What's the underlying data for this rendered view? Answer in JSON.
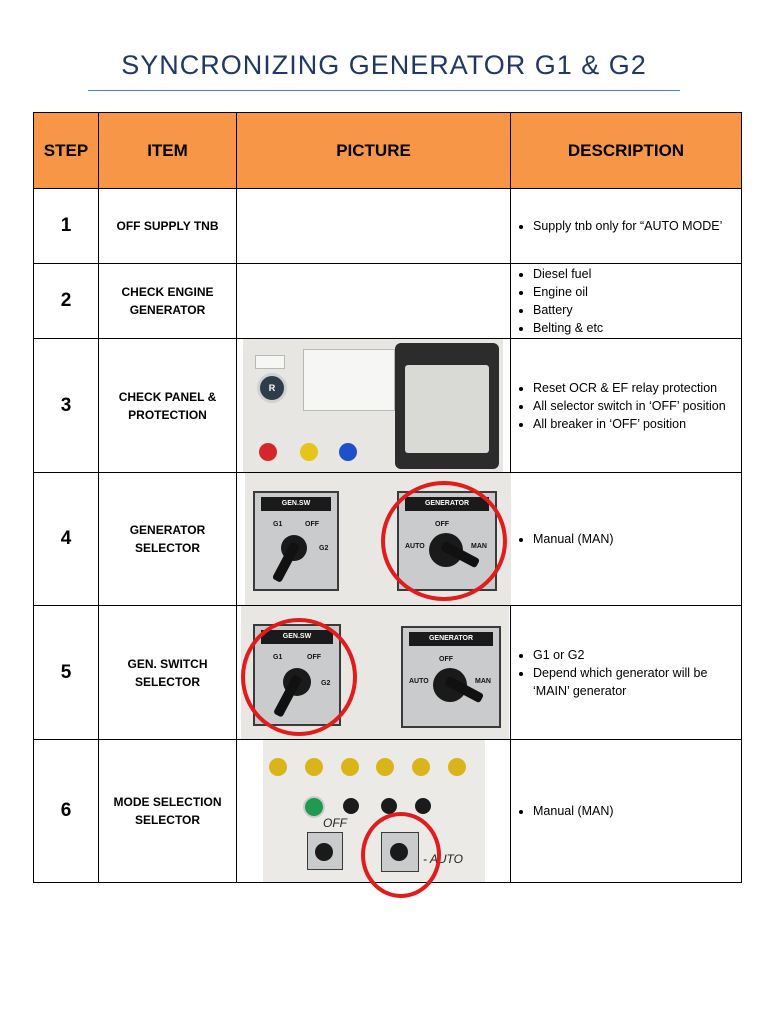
{
  "title": "SYNCRONIZING GENERATOR G1 & G2",
  "headers": {
    "step": "STEP",
    "item": "ITEM",
    "picture": "PICTURE",
    "description": "DESCRIPTION"
  },
  "rows": [
    {
      "step": "1",
      "item": "OFF SUPPLY TNB",
      "description": [
        "Supply tnb only for “AUTO MODE’"
      ]
    },
    {
      "step": "2",
      "item": "CHECK ENGINE GENERATOR",
      "description": [
        "Diesel fuel",
        "Engine oil",
        "Battery",
        "Belting & etc"
      ]
    },
    {
      "step": "3",
      "item": "CHECK PANEL & PROTECTION",
      "description": [
        "Reset OCR & EF relay protection",
        "All selector switch in ‘OFF’ position",
        "All breaker in ‘OFF’ position"
      ]
    },
    {
      "step": "4",
      "item": "GENERATOR SELECTOR",
      "description": [
        "Manual (MAN)"
      ]
    },
    {
      "step": "5",
      "item": "GEN. SWITCH SELECTOR",
      "description": [
        "G1 or G2",
        "Depend which generator will be ‘MAIN’ generator"
      ]
    },
    {
      "step": "6",
      "item": "MODE SELECTION SELECTOR",
      "description": [
        "Manual (MAN)"
      ]
    }
  ],
  "photo_labels": {
    "gen_sw": "GEN.SW",
    "generator": "GENERATOR",
    "g1": "G1",
    "g2": "G2",
    "off": "OFF",
    "auto": "AUTO",
    "man": "MAN",
    "reset": "R",
    "handwritten_off": "OFF",
    "handwritten_auto": "- AUTO"
  },
  "colors": {
    "header_bg": "#f79646",
    "title": "#1f3864",
    "highlight_ring": "#e21b1b"
  }
}
